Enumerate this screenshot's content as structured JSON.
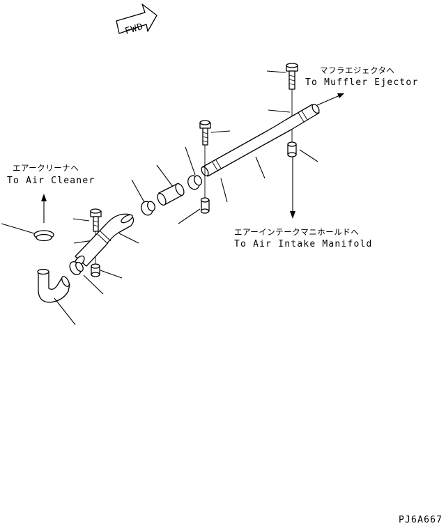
{
  "fwd_label": "FWD",
  "labels": {
    "muffler_jp": "マフラエジェクタへ",
    "muffler_en": "To Muffler Ejector",
    "cleaner_jp": "エアークリーナへ",
    "cleaner_en": "To Air Cleaner",
    "intake_jp": "エアーインテークマニホールドへ",
    "intake_en": "To Air Intake Manifold"
  },
  "drawing_code": "PJ6A667"
}
